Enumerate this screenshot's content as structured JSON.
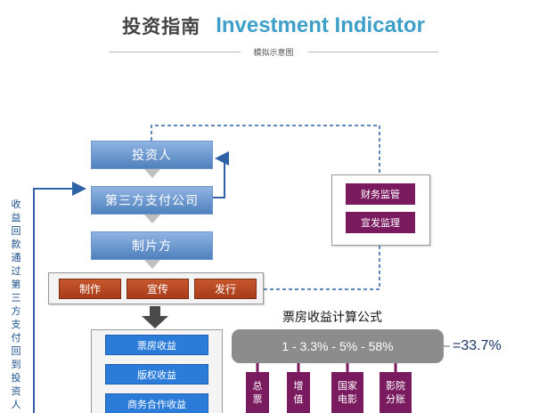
{
  "header": {
    "title_cn": "投资指南",
    "title_en": "Investment Indicator",
    "subtitle": "模拟示意图"
  },
  "flow": {
    "investor": "投资人",
    "payment": "第三方支付公司",
    "producer": "制片方",
    "stages": [
      "制作",
      "宣传",
      "发行"
    ]
  },
  "regulation": {
    "finance": "财务监管",
    "release": "宣发监理"
  },
  "return_label_chars": [
    "收",
    "益",
    "回",
    "款",
    "通",
    "过",
    "第",
    "三",
    "方",
    "支",
    "付",
    "回",
    "到",
    "投",
    "资",
    "人"
  ],
  "revenue": {
    "items": [
      "票房收益",
      "版权收益",
      "商务合作收益"
    ]
  },
  "formula": {
    "title": "票房收益计算公式",
    "expression": "1  -  3.3%  -  5%  -  58%",
    "result": "=33.7%",
    "breakdown": [
      [
        "总",
        "票"
      ],
      [
        "增",
        "值"
      ],
      [
        "国家",
        "电影"
      ],
      [
        "影院",
        "分账"
      ]
    ]
  },
  "colors": {
    "blue_box": "#4f81bd",
    "brown_box": "#a73c1b",
    "purple_box": "#7a1b5f",
    "revenue_box": "#2b7bd9",
    "formula_bg": "#8c8c8c",
    "title_accent": "#3e9fc9",
    "arrow_blue": "#2f62a7"
  }
}
